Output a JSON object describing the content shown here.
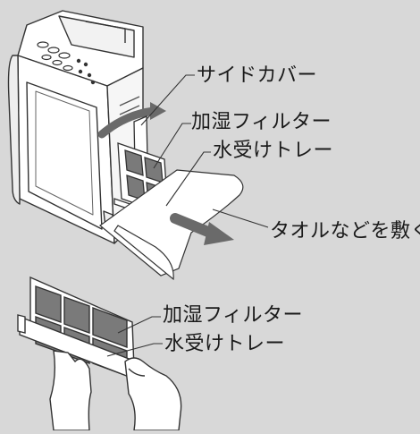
{
  "labels": {
    "side_cover": "サイドカバー",
    "humidifying_filter": "加湿フィルター",
    "water_tray": "水受けトレー",
    "towel_note": "タオルなどを敷く",
    "humidifying_filter_bottom": "加湿フィルター",
    "water_tray_bottom": "水受けトレー"
  },
  "colors": {
    "background": "#d8d8d8",
    "body": "#ffffff",
    "line": "#333333",
    "panel_dark": "#7a7a7a",
    "arrow": "#6a6a6a"
  }
}
